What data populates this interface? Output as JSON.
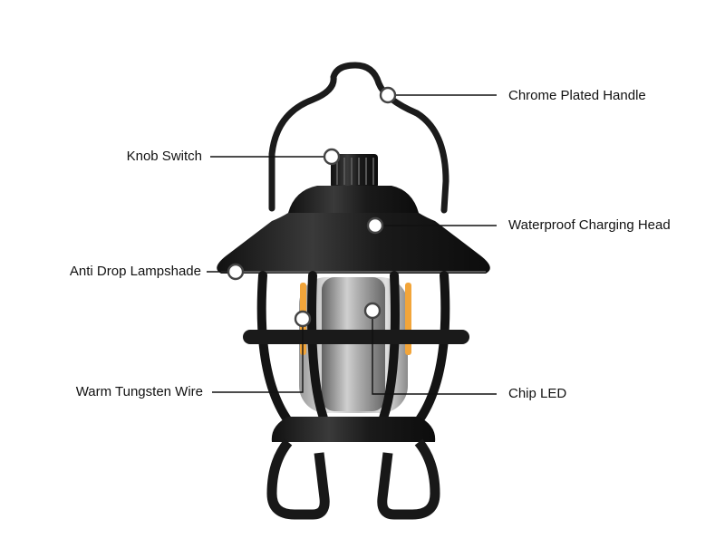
{
  "callouts": {
    "chrome_plated_handle": "Chrome Plated Handle",
    "knob_switch": "Knob Switch",
    "waterproof_charging_head": "Waterproof Charging Head",
    "anti_drop_lampshade": "Anti Drop Lampshade",
    "warm_tungsten_wire": "Warm Tungsten Wire",
    "chip_led": "Chip LED"
  },
  "colors": {
    "lantern_body": "#1c1c1c",
    "lantern_highlight": "#4a4a4a",
    "glass": "#c9c9c9",
    "filament": "#f2a53a",
    "leader_line": "#111111",
    "marker_fill": "#ffffff",
    "marker_stroke": "#444444"
  }
}
